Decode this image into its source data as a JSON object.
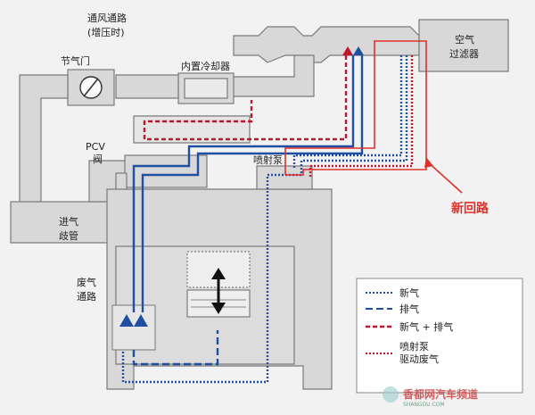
{
  "labels": {
    "vent_passage": "通风通路",
    "vent_sub": "(增压时)",
    "throttle": "节气门",
    "intercooler": "内置冷却器",
    "air_filter_1": "空气",
    "air_filter_2": "过滤器",
    "pcv_1": "PCV",
    "pcv_2": "阀",
    "ejector": "喷射泵",
    "intake_1": "进气",
    "intake_2": "歧管",
    "exhaust_1": "废气",
    "exhaust_2": "通路",
    "new_circuit": "新回路"
  },
  "legend": [
    {
      "label": "新气",
      "style": "dotted",
      "color": "#1f4fa0"
    },
    {
      "label": "排气",
      "style": "dashed",
      "color": "#1f4fa0"
    },
    {
      "label": "新气 + 排气",
      "style": "dashed",
      "color": "#c0182a"
    },
    {
      "label": "喷射泵",
      "label2": "驱动废气",
      "style": "dotted",
      "color": "#c0182a"
    }
  ],
  "watermark": {
    "brand": "香都网汽车频道",
    "url": "SHANGDU.COM"
  },
  "colors": {
    "duct_fill": "#d8d8d8",
    "duct_stroke": "#7a7a7a",
    "blue": "#1f4fa0",
    "red": "#c0182a",
    "bright_red": "#e0302a"
  }
}
